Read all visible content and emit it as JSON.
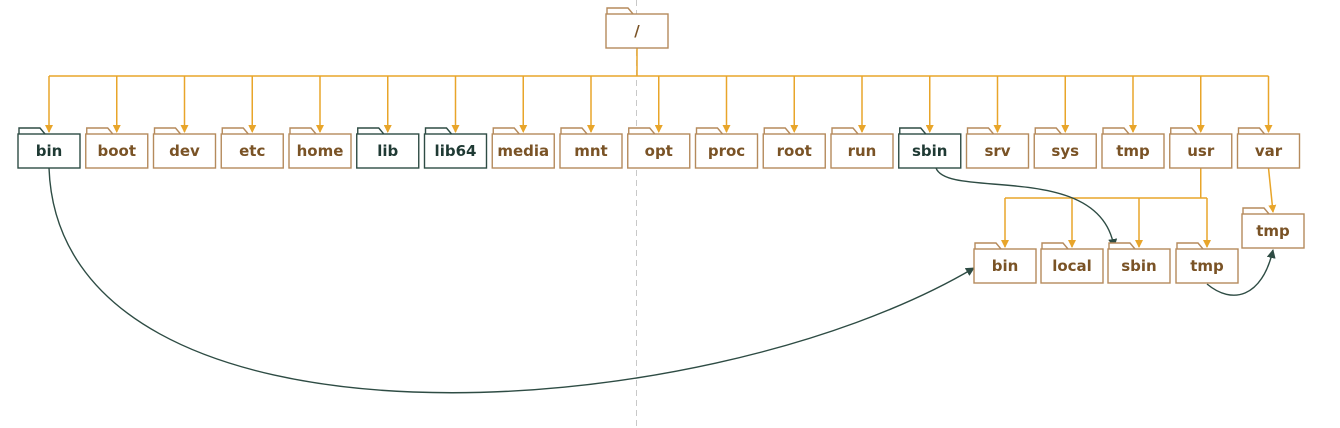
{
  "colors": {
    "edge": "#e8a52a",
    "folder": "#b58a5c",
    "folder_text": "#7a5326",
    "link": "#2e4c44",
    "link_text": "#1f3a34",
    "guide": "#c8c8c8"
  },
  "icon": "folder-icon",
  "root": {
    "id": "root",
    "label": "/"
  },
  "top_level": [
    {
      "id": "bin",
      "label": "bin",
      "kind": "link"
    },
    {
      "id": "boot",
      "label": "boot",
      "kind": "dir"
    },
    {
      "id": "dev",
      "label": "dev",
      "kind": "dir"
    },
    {
      "id": "etc",
      "label": "etc",
      "kind": "dir"
    },
    {
      "id": "home",
      "label": "home",
      "kind": "dir"
    },
    {
      "id": "lib",
      "label": "lib",
      "kind": "link"
    },
    {
      "id": "lib64",
      "label": "lib64",
      "kind": "link"
    },
    {
      "id": "media",
      "label": "media",
      "kind": "dir"
    },
    {
      "id": "mnt",
      "label": "mnt",
      "kind": "dir"
    },
    {
      "id": "opt",
      "label": "opt",
      "kind": "dir"
    },
    {
      "id": "proc",
      "label": "proc",
      "kind": "dir"
    },
    {
      "id": "root",
      "label": "root",
      "kind": "dir"
    },
    {
      "id": "run",
      "label": "run",
      "kind": "dir"
    },
    {
      "id": "sbin",
      "label": "sbin",
      "kind": "link"
    },
    {
      "id": "srv",
      "label": "srv",
      "kind": "dir"
    },
    {
      "id": "sys",
      "label": "sys",
      "kind": "dir"
    },
    {
      "id": "tmp",
      "label": "tmp",
      "kind": "dir"
    },
    {
      "id": "usr",
      "label": "usr",
      "kind": "dir"
    },
    {
      "id": "var",
      "label": "var",
      "kind": "dir"
    }
  ],
  "usr_children": [
    {
      "id": "usr-bin",
      "label": "bin"
    },
    {
      "id": "usr-local",
      "label": "local"
    },
    {
      "id": "usr-sbin",
      "label": "sbin"
    },
    {
      "id": "usr-tmp",
      "label": "tmp"
    }
  ],
  "var_children": [
    {
      "id": "var-tmp",
      "label": "tmp"
    }
  ],
  "symlinks": [
    {
      "from": "bin",
      "to": "usr-bin"
    },
    {
      "from": "sbin",
      "to": "usr-sbin"
    },
    {
      "from": "usr-tmp",
      "to": "var-tmp"
    }
  ]
}
